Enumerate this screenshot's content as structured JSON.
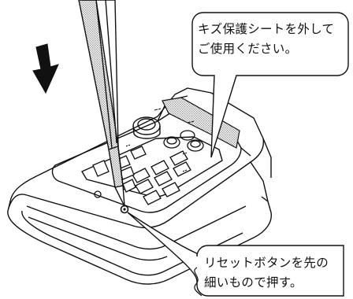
{
  "callouts": {
    "protective_sheet": {
      "line1": "キズ保護シートを外して",
      "line2": "ご使用ください。"
    },
    "reset_button": {
      "line1": "リセットボタンを先の",
      "line2": "細いもので押す。"
    }
  },
  "colors": {
    "ink": "#111111",
    "screentone": "#9a9a9a",
    "background": "#ffffff"
  },
  "icons": {
    "arrow": "down-arrow-icon",
    "tool": "stylus-pen-icon",
    "device": "remote-control-icon"
  }
}
